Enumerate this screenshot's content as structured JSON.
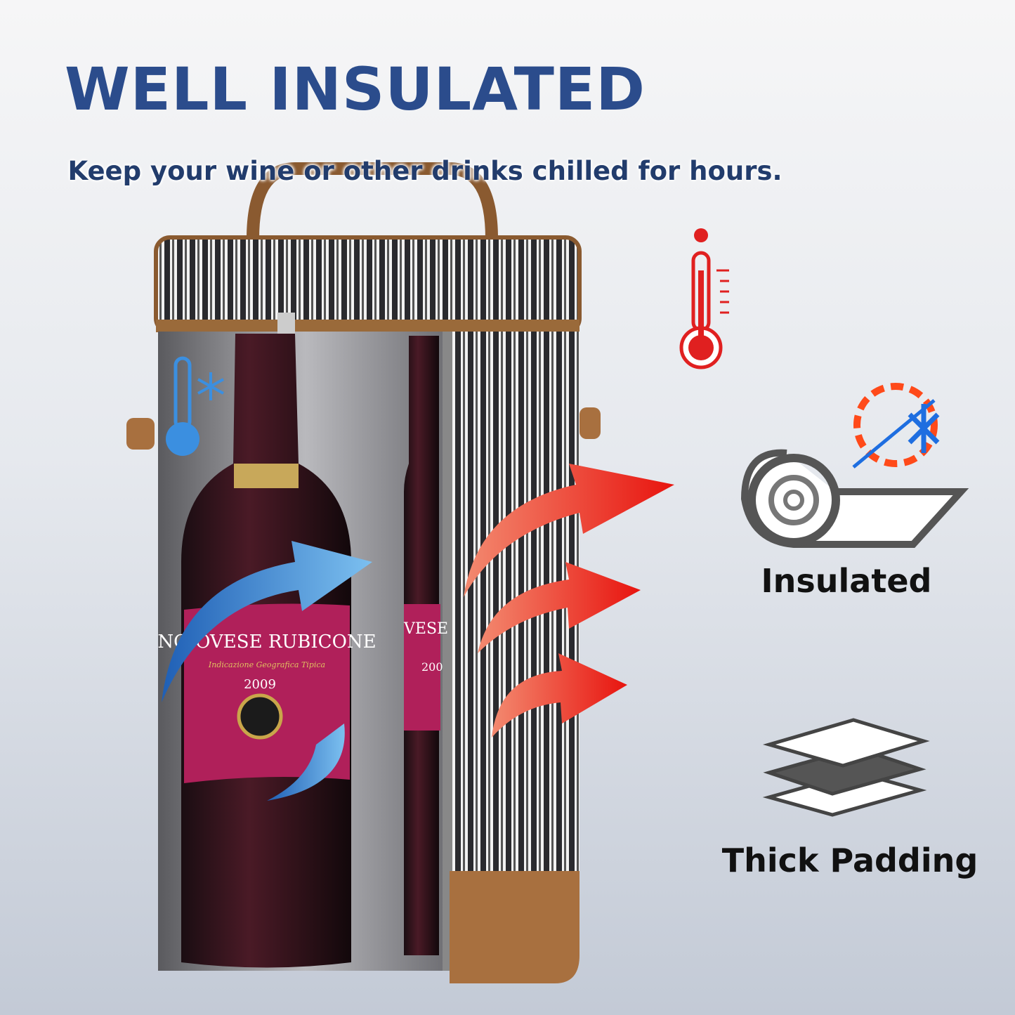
{
  "header": {
    "title": "WELL INSULATED",
    "subtitle": "Keep your wine or other drinks chilled for hours."
  },
  "bottle_label": {
    "name": "NGIOVESE RUBICONE",
    "subname": "Indicazione Geografica Tipica",
    "year": "2009",
    "second_name": "VESE",
    "second_year": "200"
  },
  "features": [
    {
      "label": "Insulated",
      "icon": "insulation-roll-hot-cold-icon"
    },
    {
      "label": "Thick Padding",
      "icon": "padding-layers-icon"
    }
  ],
  "icons": {
    "hot": "red-thermometer-icon",
    "cold": "blue-thermometer-snowflake-icon"
  },
  "colors": {
    "title": "#2b4c8c",
    "hot": "#e02020",
    "cold": "#3b8fe0",
    "leather": "#a8703f",
    "label": "#b0205a"
  }
}
